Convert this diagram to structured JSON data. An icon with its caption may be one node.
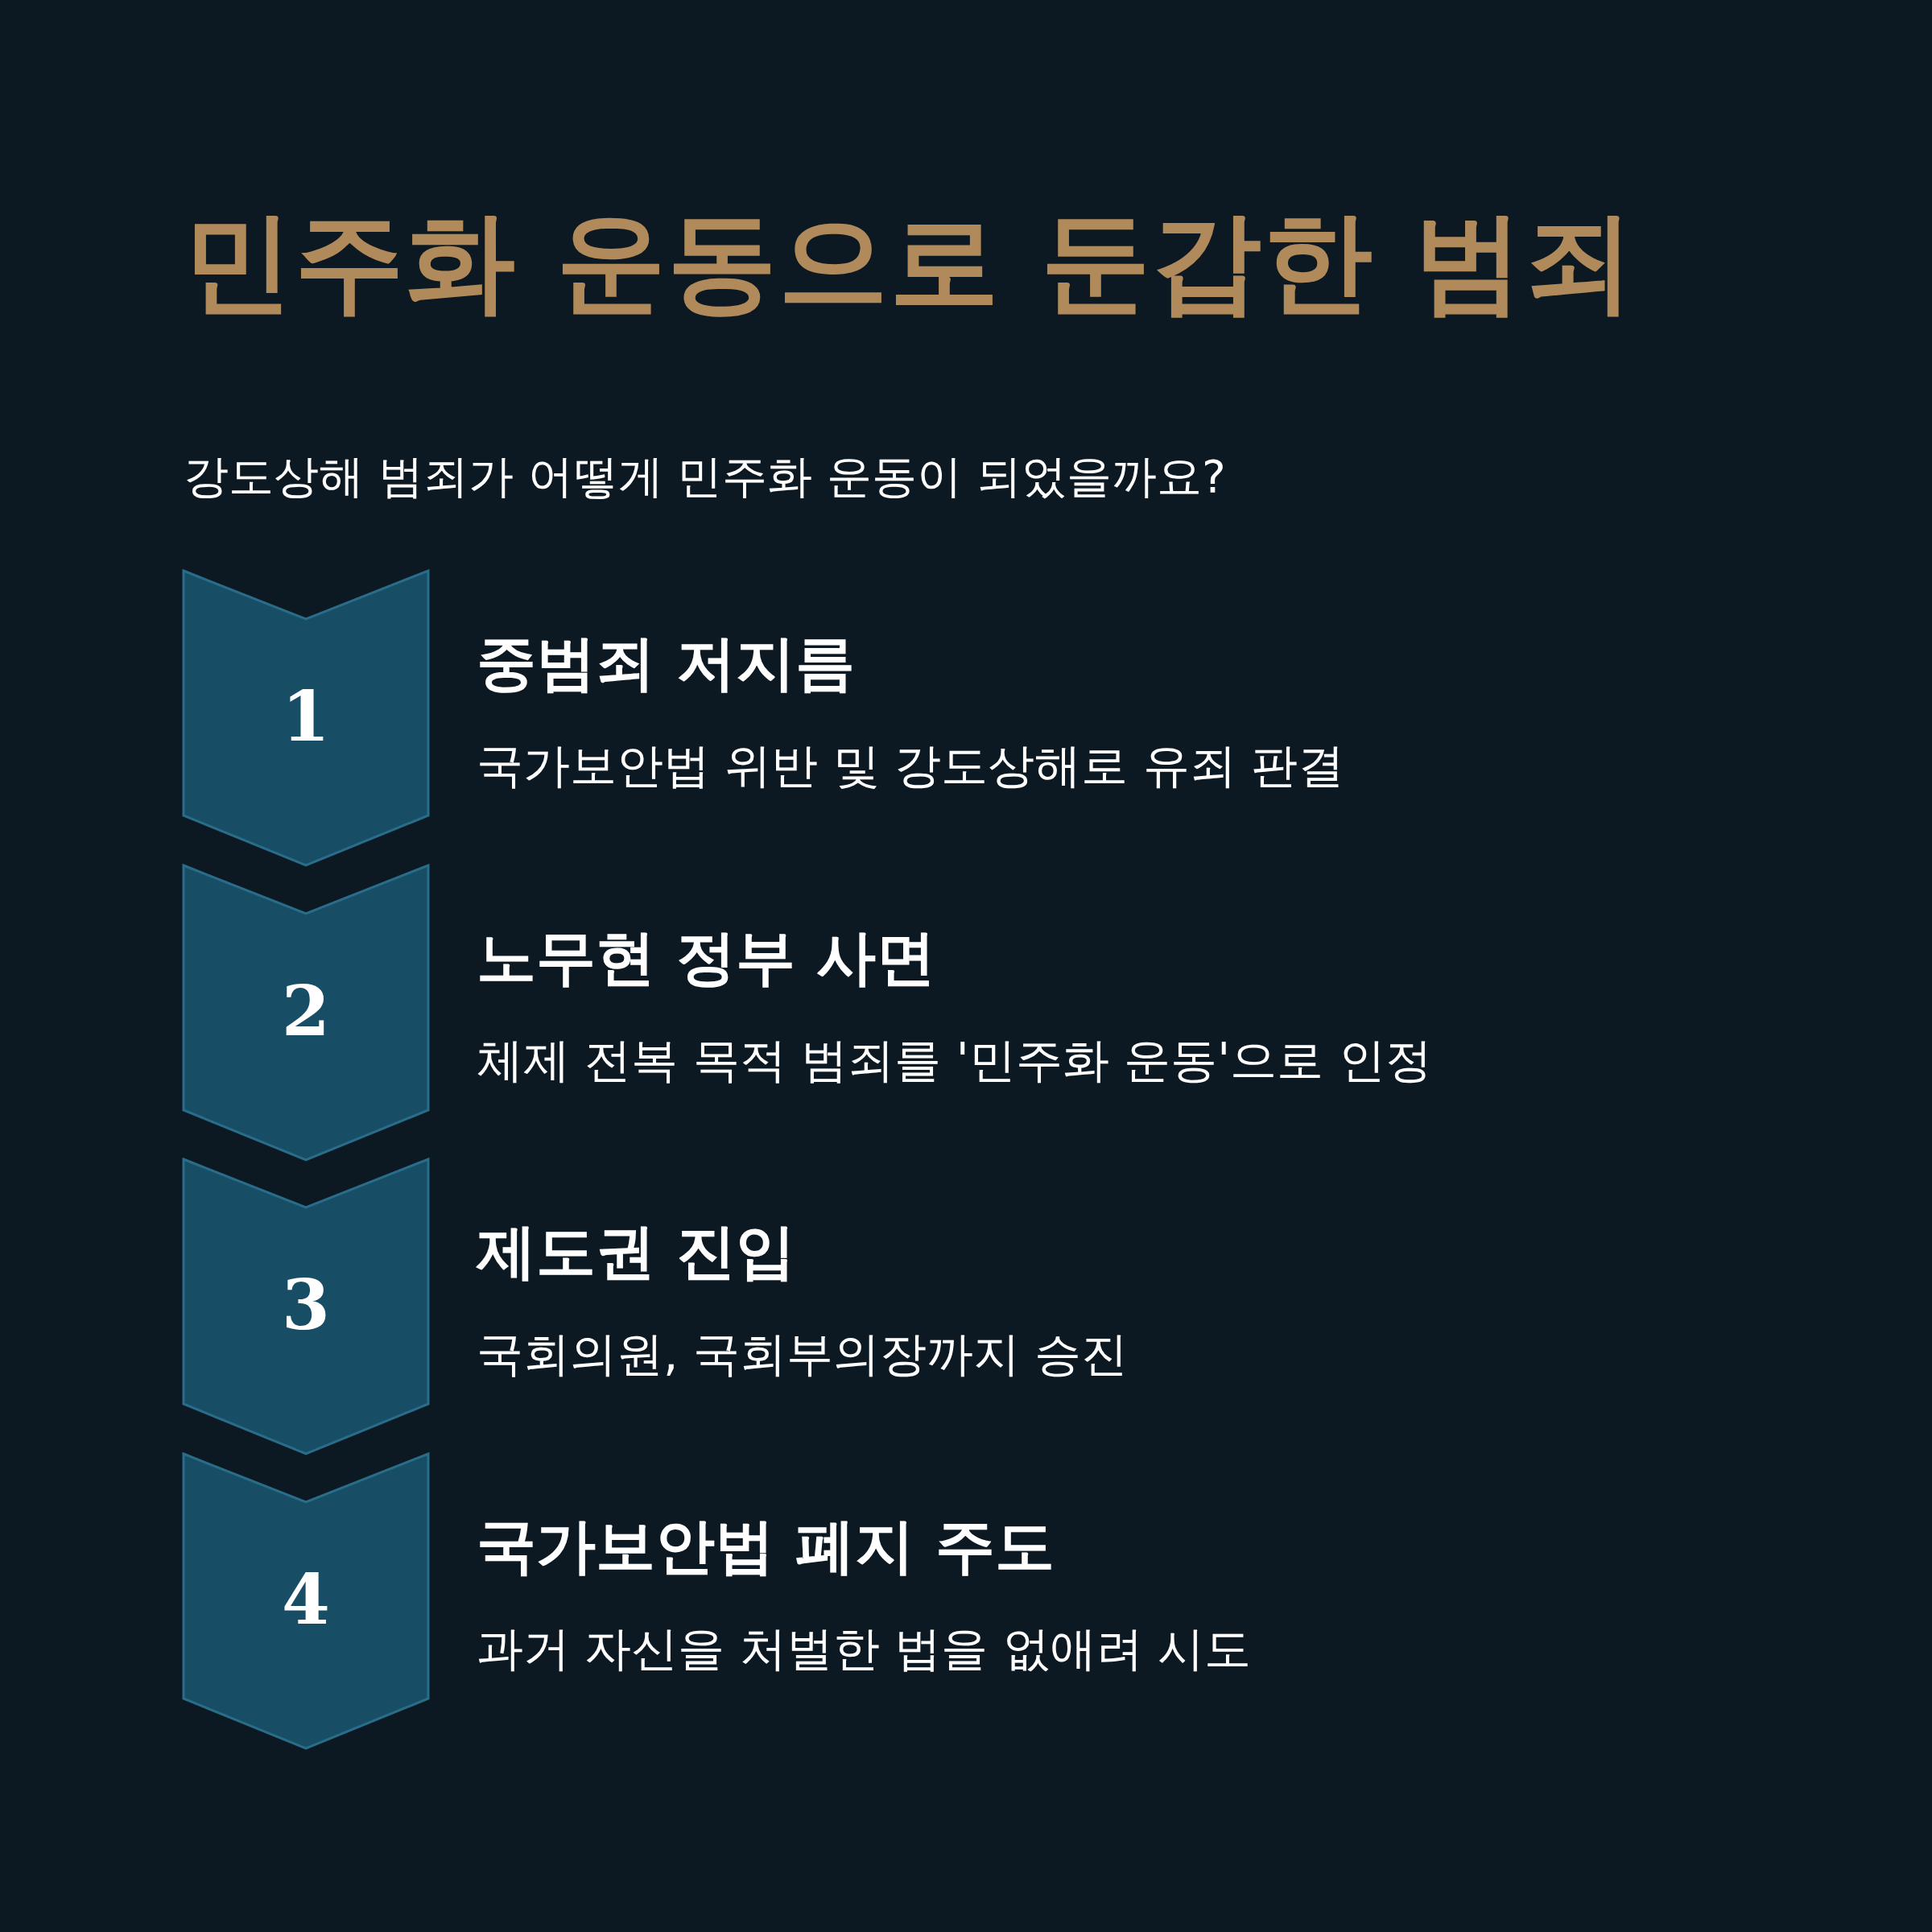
{
  "diagram": {
    "title": "민주화 운동으로 둔갑한 범죄",
    "nodes": [
      {
        "text": [
          "1",
          "중범죄 저지름",
          "국가보안법 위반 및 강도상해로 유죄 판결"
        ]
      },
      {
        "text": [
          "2",
          "노무현 정부 사면",
          "체제 전복 목적 범죄를 '민주화 운동'으로 인정"
        ]
      },
      {
        "text": [
          "3",
          "제도권 진입",
          "국회의원, 국회부의장까지 승진"
        ]
      },
      {
        "text": [
          "4",
          "국가보안법 폐지 주도",
          "과거 자신을 처벌한 법을 없애려 시도"
        ]
      }
    ],
    "edges": [],
    "labels": [
      "강도상해 범죄가 어떻게 민주화 운동이 되었을까요?"
    ]
  }
}
